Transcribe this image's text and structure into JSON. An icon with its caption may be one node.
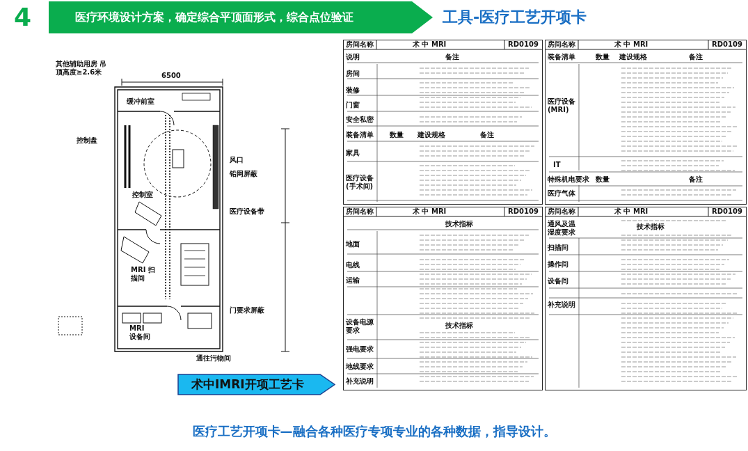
{
  "diagram": {
    "title": "工具-医疗工艺开项卡",
    "caption": "医疗工艺开项卡—融合各种医疗专项专业的各种数据，指导设计。",
    "nodes": [
      {
        "text": [
          "医疗环境设计方案，确定综合平顶面形式，综合点位验证"
        ]
      },
      {
        "text": [
          "术中IMRI开项工艺卡"
        ]
      }
    ],
    "edges": [],
    "labels": [
      "4",
      "其他辅助用房 吊顶高度≥2.6米",
      "6500",
      "缓冲前室",
      "控制盘",
      "控制室",
      "MRI 扫描间",
      "MRI 设备间",
      "风口",
      "铅网屏蔽",
      "医疗设备带",
      "门要求屏蔽",
      "通往污物间",
      "房间名称",
      "术 中 MRI",
      "RD0109",
      "说明",
      "备注",
      "房间",
      "装修",
      "门窗",
      "安全私密",
      "装备清单",
      "数量",
      "建设规格",
      "备注",
      "家具",
      "医疗设备 (手术间)",
      "房间名称",
      "术 中 MRI",
      "RD0109",
      "装备清单",
      "数量",
      "建设规格",
      "备注",
      "医疗设备 (MRI)",
      "IT",
      "特殊机电要求",
      "数量",
      "备注",
      "医疗气体",
      "房间名称",
      "术 中 MRI",
      "RD0109",
      "技术指标",
      "地面",
      "电线",
      "运输",
      "设备电源要求",
      "技术指标",
      "强电要求",
      "地线要求",
      "补充说明",
      "房间名称",
      "术 中 MRI",
      "RD0109",
      "通风及温湿度要求",
      "技术指标",
      "扫描间",
      "操作间",
      "设备间",
      "补充说明"
    ]
  }
}
